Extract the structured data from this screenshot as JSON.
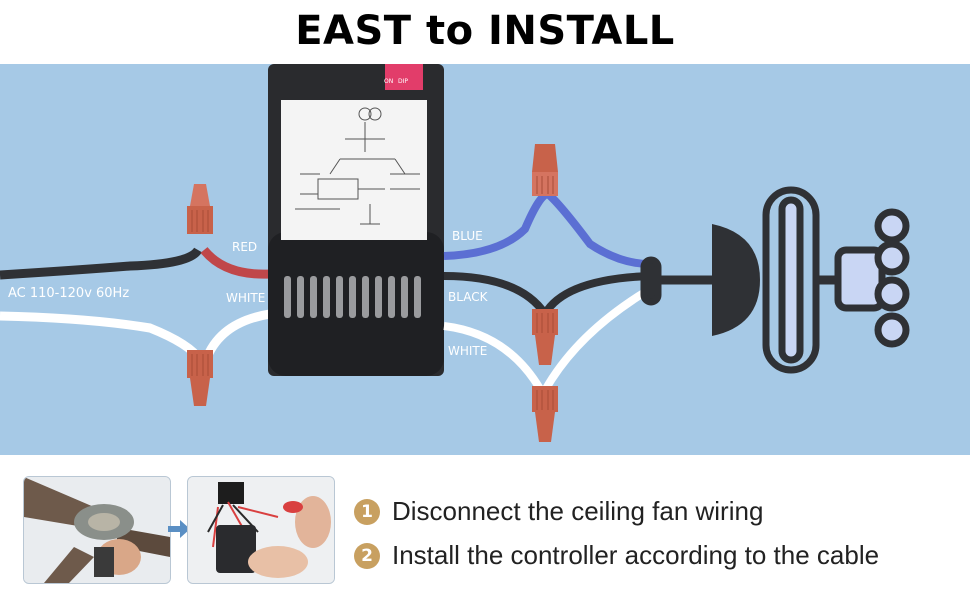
{
  "title": "EAST to INSTALL",
  "diagram": {
    "ac_label": "AC 110-120v 60Hz",
    "wires": {
      "red": "RED",
      "white_left": "WHITE",
      "blue": "BLUE",
      "black": "BLACK",
      "white_right": "WHITE"
    },
    "switch": {
      "on": "ON",
      "dip": "DIP"
    },
    "colors": {
      "background": "#a6c9e6",
      "wire_black": "#2f3135",
      "wire_red": "#c0474a",
      "wire_blue": "#5b6fd3",
      "wire_white": "#ffffff",
      "connector": "#c8624a",
      "controller": "#2a2b2e",
      "switch": "#e23d6a"
    }
  },
  "steps": [
    {
      "num": "1",
      "text": "Disconnect the ceiling fan wiring"
    },
    {
      "num": "2",
      "text": "Install the controller according to the cable"
    }
  ],
  "icons": {
    "step_arrow": "arrow-right-icon"
  }
}
